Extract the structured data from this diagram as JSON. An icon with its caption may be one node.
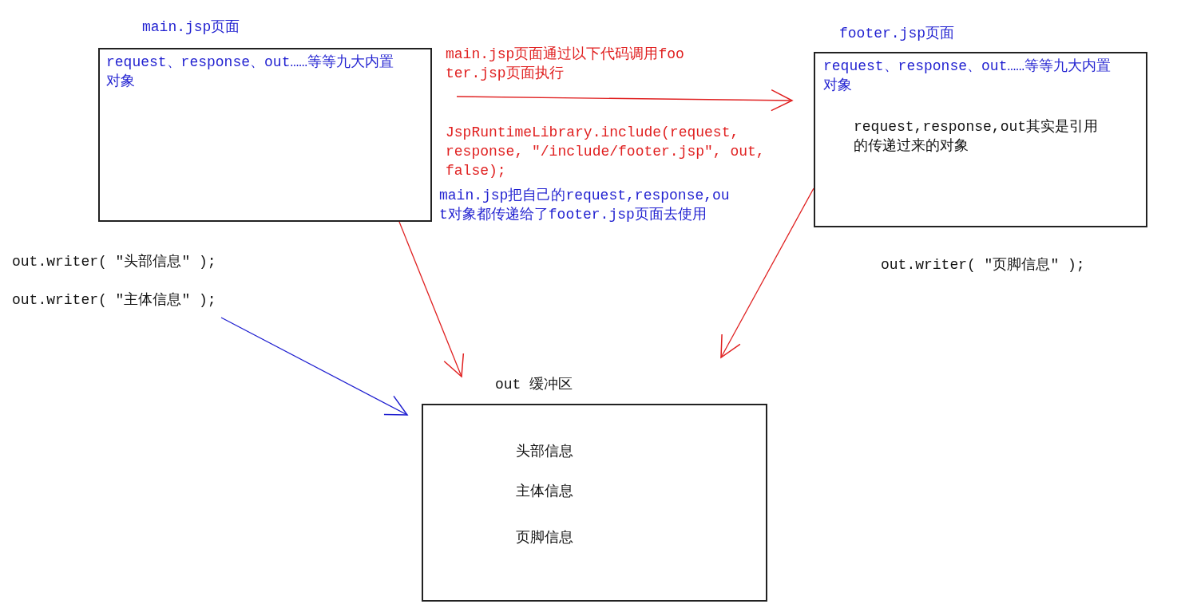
{
  "diagram": {
    "nodes": [
      {
        "text": [
          "main.jsp页面",
          "request、response、out……等等九大内置对象"
        ]
      },
      {
        "text": [
          "footer.jsp页面",
          "request、response、out……等等九大内置对象",
          "request,response,out其实是引用的传递过来的对象"
        ]
      },
      {
        "text": [
          "out.writer( \"主体信息\" );"
        ]
      },
      {
        "text": [
          "out 缓冲区",
          "头部信息",
          "主体信息",
          "页脚信息"
        ]
      }
    ],
    "edges": [
      {
        "from": 0,
        "to": 1,
        "arrow": "to",
        "label": "main.jsp页面通过以下代码调用footer.jsp页面执行"
      },
      {
        "from": 0,
        "to": 3,
        "arrow": "to"
      },
      {
        "from": 1,
        "to": 3,
        "arrow": "to"
      },
      {
        "from": 2,
        "to": 3,
        "arrow": "to",
        "color": "#1f1fd0"
      }
    ],
    "labels": [
      "out.writer( \"头部信息\" );",
      "JspRuntimeLibrary.include(request, response, \"/include/footer.jsp\", out, false);",
      "main.jsp把自己的request,response,out对象都传递给了footer.jsp页面去使用",
      "out.writer( \"页脚信息\" );"
    ]
  }
}
